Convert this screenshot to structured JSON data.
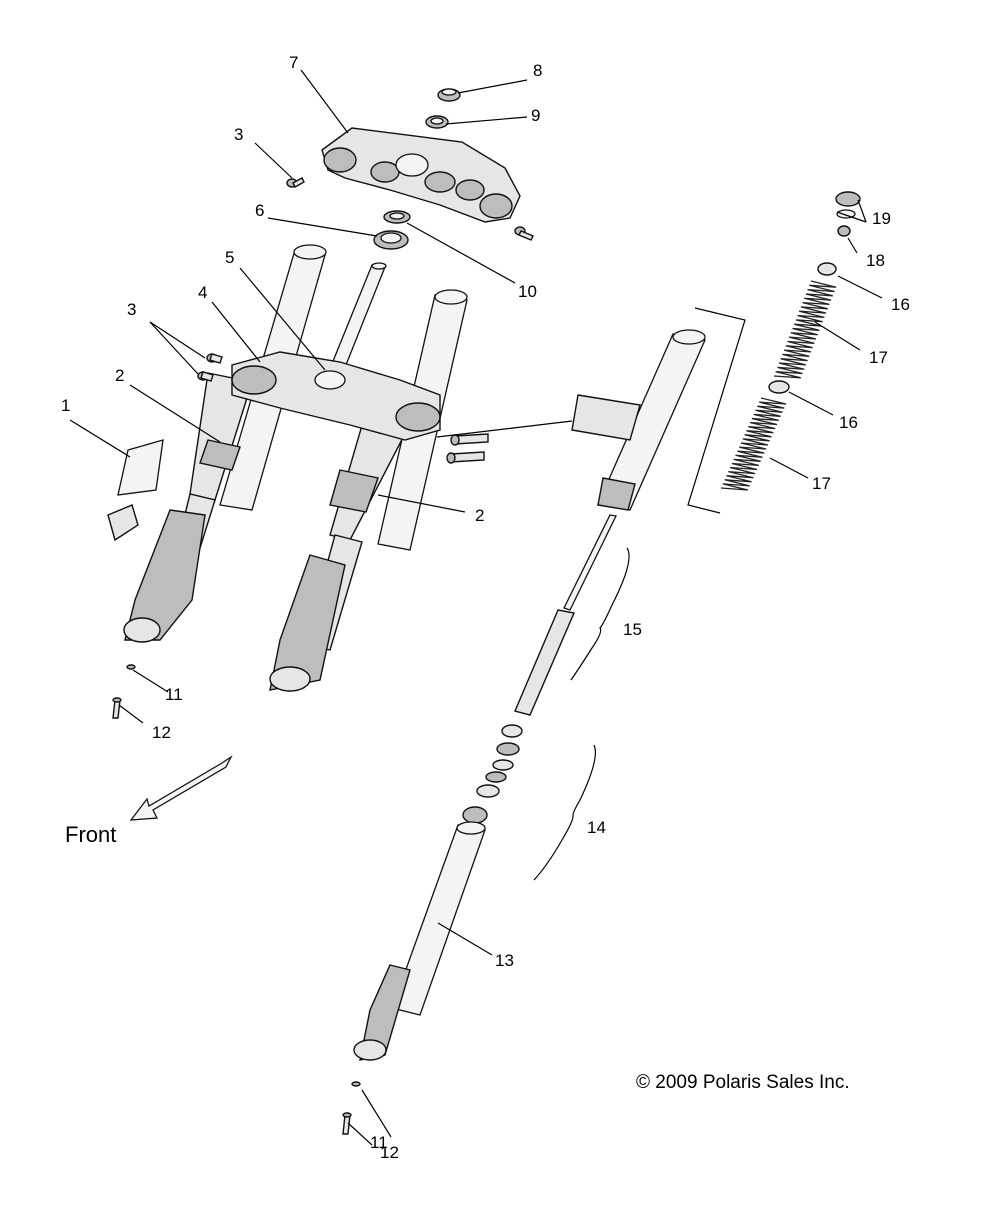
{
  "callouts": {
    "c1": "1",
    "c2a": "2",
    "c2b": "2",
    "c3a": "3",
    "c3b": "3",
    "c4": "4",
    "c5": "5",
    "c6": "6",
    "c7": "7",
    "c8": "8",
    "c9": "9",
    "c10": "10",
    "c11a": "11",
    "c11b": "11",
    "c12a": "12",
    "c12b": "12",
    "c13": "13",
    "c14": "14",
    "c15": "15",
    "c16a": "16",
    "c16b": "16",
    "c17a": "17",
    "c17b": "17",
    "c18": "18",
    "c19": "19"
  },
  "front_label": "Front",
  "copyright": "© 2009 Polaris Sales Inc."
}
